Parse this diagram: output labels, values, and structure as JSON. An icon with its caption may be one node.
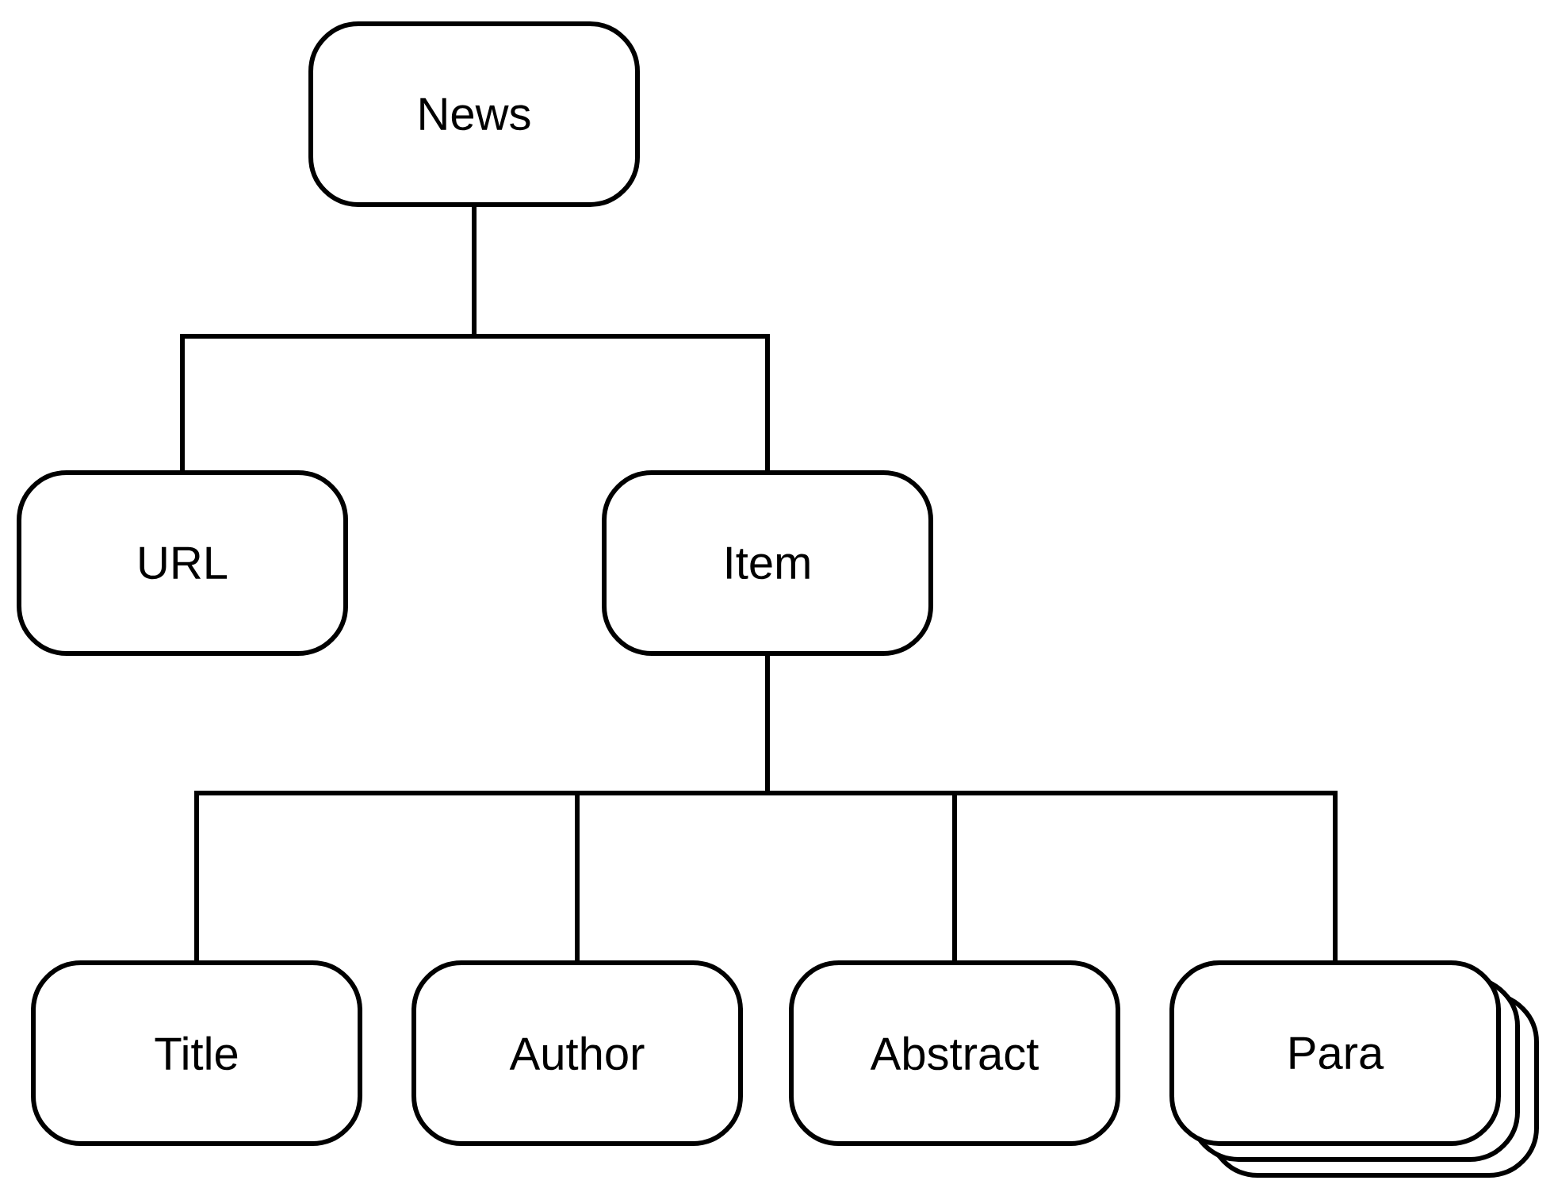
{
  "diagram": {
    "nodes": [
      {
        "text": [
          "News"
        ]
      },
      {
        "text": [
          "URL"
        ]
      },
      {
        "text": [
          "Item"
        ]
      },
      {
        "text": [
          "Title"
        ]
      },
      {
        "text": [
          "Author"
        ]
      },
      {
        "text": [
          "Abstract"
        ]
      },
      {
        "text": [
          "Para"
        ]
      }
    ],
    "edges": [
      {
        "from": 0,
        "to": 1,
        "arrow": "none"
      },
      {
        "from": 0,
        "to": 2,
        "arrow": "none"
      },
      {
        "from": 2,
        "to": 3,
        "arrow": "none"
      },
      {
        "from": 2,
        "to": 4,
        "arrow": "none"
      },
      {
        "from": 2,
        "to": 5,
        "arrow": "none"
      },
      {
        "from": 2,
        "to": 6,
        "arrow": "none"
      }
    ]
  }
}
